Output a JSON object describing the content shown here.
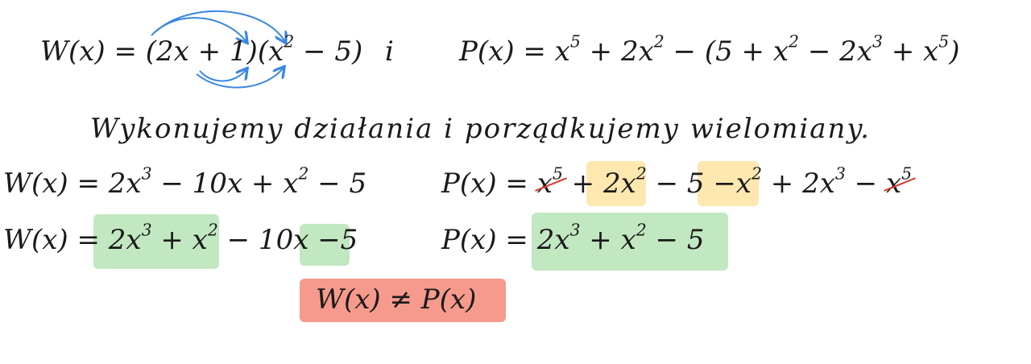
{
  "line1": {
    "w_left": "W(x) = (2x + 1)(x",
    "w_exp": "2",
    "w_right": " − 5)",
    "conj": "i",
    "p_left": "P(x) = x",
    "p_e1": "5",
    "p_m1": " + 2x",
    "p_e2": "2",
    "p_m2": " − (5 + x",
    "p_e3": "2",
    "p_m3": " − 2x",
    "p_e4": "3",
    "p_m4": " + x",
    "p_e5": "5",
    "p_end": ")"
  },
  "instruction": "Wykonujemy działania i porządkujemy wielomiany.",
  "line3": {
    "w_a": "W(x) = 2x",
    "w_e1": "3",
    "w_b": " − 10x + x",
    "w_e2": "2",
    "w_c": " − 5",
    "p_a": "P(x) = ",
    "p_x5": "x",
    "p_x5e": "5",
    "p_b": " + ",
    "p_2x2": "2x",
    "p_2x2e": "2",
    "p_c": " − 5 ",
    "p_mx2": "−x",
    "p_mx2e": "2",
    "p_d": " + 2x",
    "p_de": "3",
    "p_e": " − ",
    "p_x5b": "x",
    "p_x5be": "5"
  },
  "line4": {
    "w_a": "W(x) = ",
    "w_b": "2x",
    "w_e1": "3",
    "w_c": " + x",
    "w_e2": "2",
    "w_d": " − 10x ",
    "w_e": "−5",
    "p_a": "P(x) = ",
    "p_b": "2x",
    "p_e1": "3",
    "p_c": " + x",
    "p_e2": "2",
    "p_d": " − 5"
  },
  "result": "W(x) ≠ P(x)",
  "colors": {
    "green": "#78cd78",
    "yellow": "#fccd50",
    "red": "#f06450",
    "arrow": "#3a86e0",
    "strike": "#d83a2a"
  }
}
